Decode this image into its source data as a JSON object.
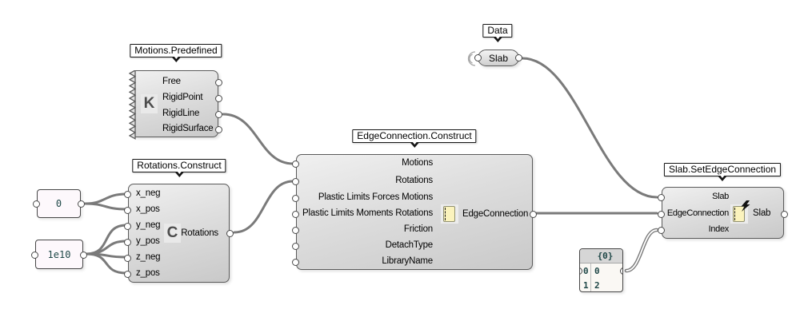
{
  "nodes": {
    "motions": {
      "label": "Motions.Predefined",
      "icon": "K",
      "outputs": [
        "Free",
        "RigidPoint",
        "RigidLine",
        "RigidSurface"
      ]
    },
    "rotations": {
      "label": "Rotations.Construct",
      "icon": "C",
      "inputs": [
        "x_neg",
        "x_pos",
        "y_neg",
        "y_pos",
        "z_neg",
        "z_pos"
      ],
      "output": "Rotations"
    },
    "edge": {
      "label": "EdgeConnection.Construct",
      "inputs": [
        "Motions",
        "Rotations",
        "Plastic Limits Forces Motions",
        "Plastic Limits Moments Rotations",
        "Friction",
        "DetachType",
        "LibraryName"
      ],
      "output": "EdgeConnection"
    },
    "setedge": {
      "label": "Slab.SetEdgeConnection",
      "inputs": [
        "Slab",
        "EdgeConnection",
        "Index"
      ],
      "output": "Slab"
    },
    "receiver": {
      "label": "Data",
      "value": "Slab"
    },
    "value_zero": {
      "value": "0"
    },
    "value_1e10": {
      "value": "1e10"
    },
    "index_panel": {
      "header": "{0}",
      "rows": [
        [
          "0",
          "0"
        ],
        [
          "1",
          "2"
        ]
      ]
    }
  },
  "colors": {
    "wire": "#7a7a7a",
    "component_border": "#5a5a5a",
    "panel_text": "#1e4747",
    "icon_yellow": "#fbf3bd",
    "canvas_background": "#ffffff"
  }
}
